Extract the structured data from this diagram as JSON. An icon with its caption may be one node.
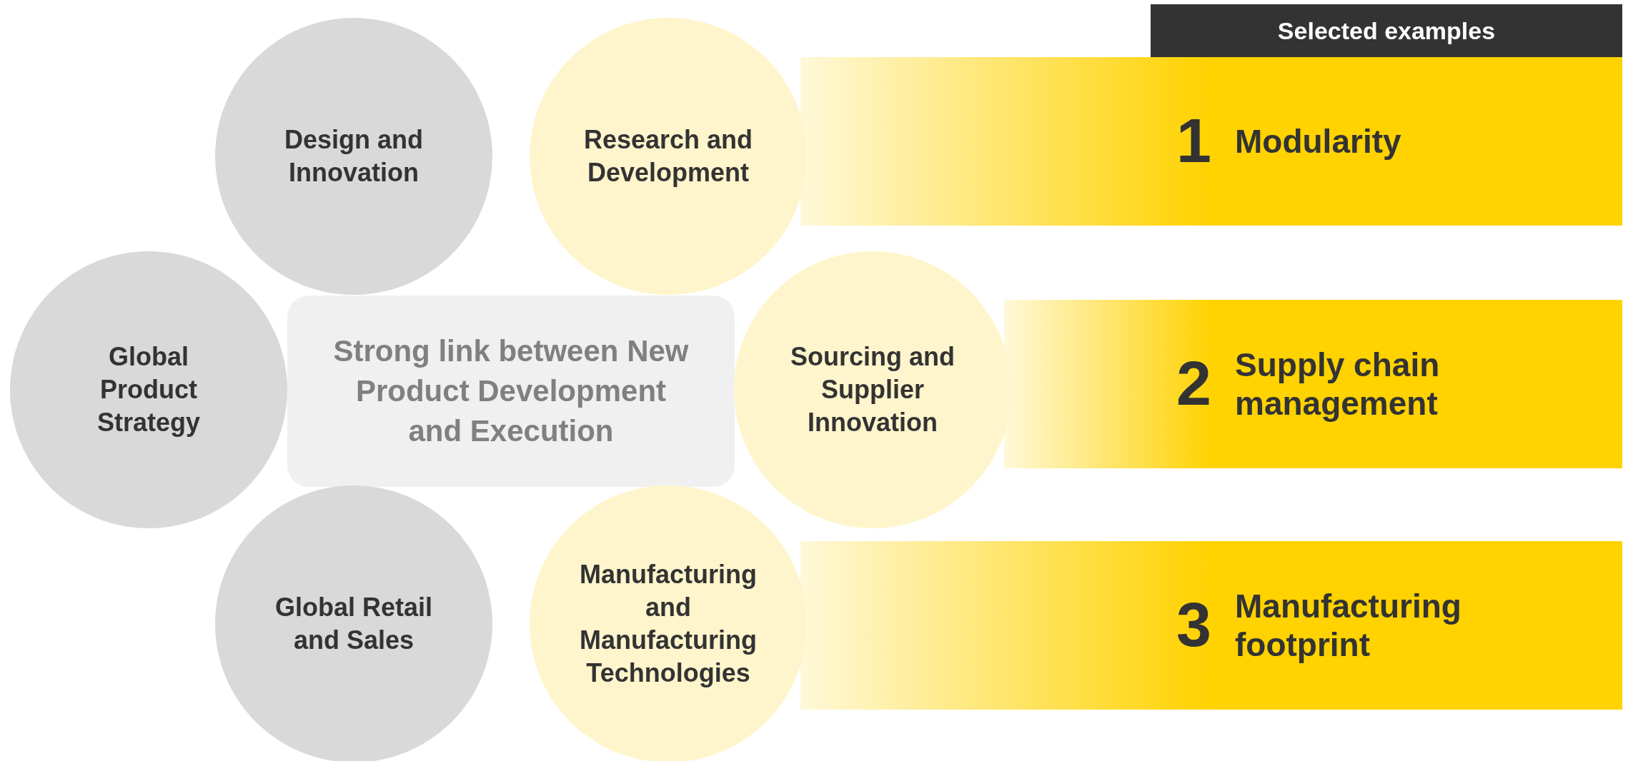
{
  "diagram": {
    "nodes": [
      {
        "text": [
          "Strong link between New Product Development and Execution"
        ]
      },
      {
        "text": [
          "Design and Innovation"
        ]
      },
      {
        "text": [
          "Research and Development"
        ]
      },
      {
        "text": [
          "Global Product Strategy"
        ]
      },
      {
        "text": [
          "Sourcing and Supplier Innovation"
        ]
      },
      {
        "text": [
          "Global Retail and Sales"
        ]
      },
      {
        "text": [
          "Manufacturing and Manufacturing Technologies"
        ]
      },
      {
        "text": [
          "Selected examples"
        ]
      },
      {
        "text": [
          "1",
          "Modularity"
        ]
      },
      {
        "text": [
          "2",
          "Supply chain management"
        ]
      },
      {
        "text": [
          "3",
          "Manufacturing footprint"
        ]
      }
    ]
  }
}
